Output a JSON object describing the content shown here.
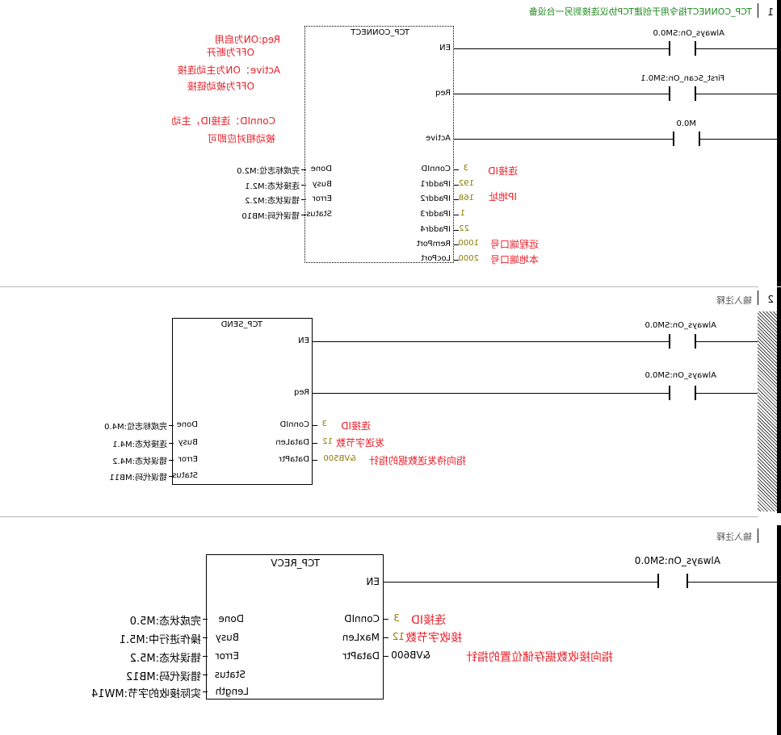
{
  "networks": [
    {
      "number": "1",
      "comment": "TCP_CONNECT指令用于创建TCP协议连接到另一台设备",
      "block": {
        "title": "TCP_CONNECT",
        "en": "EN",
        "inputs": [
          "Req",
          "Active",
          "ConnID",
          "IPaddr1",
          "IPaddr2",
          "IPaddr3",
          "IPaddr4",
          "RemPort",
          "LocPort"
        ],
        "input_values": [
          "",
          "",
          "3",
          "192",
          "168",
          "1",
          "22",
          "1000",
          "2000"
        ],
        "outputs": [
          "Done",
          "Busy",
          "Error",
          "Status"
        ],
        "output_values": [
          "完成标志位:M2.0",
          "连接状态:M2.1",
          "错误状态:M2.2",
          "错误代码:MB10"
        ]
      },
      "contacts": [
        {
          "label": "Always_On:SM0.0"
        },
        {
          "label": "First_Scan_On:SM0.1"
        },
        {
          "label": "M0.0"
        }
      ],
      "annotations": {
        "req": "Req:ON为启用",
        "req2": "OFF为断开",
        "active": "Active：ON为主动连接",
        "active2": "OFF为被动链接",
        "connid": "ConnID：连接ID，主动",
        "connid2": "被动相对应即可",
        "connid_note": "连接ID",
        "ip_note": "IP地址",
        "remport_note": "远程端口号",
        "locport_note": "本地端口号"
      }
    },
    {
      "number": "2",
      "comment": "输入注释",
      "block": {
        "title": "TCP_SEND",
        "en": "EN",
        "inputs": [
          "Req",
          "ConnID",
          "DataLen",
          "DataPtr"
        ],
        "input_values": [
          "",
          "3",
          "12",
          "&VB500"
        ],
        "outputs": [
          "Done",
          "Busy",
          "Error",
          "Status"
        ],
        "output_values": [
          "完成标志位:M4.0",
          "连接状态:M4.1",
          "错误状态:M4.2",
          "错误代码:MB11"
        ]
      },
      "contacts": [
        {
          "label": "Always_On:SM0.0"
        },
        {
          "label": "Always_On:SM0.0"
        }
      ],
      "annotations": {
        "connid_note": "连接ID",
        "datalen_note": "发送字节数",
        "dataptr_note": "指向待发送数据的指针"
      }
    },
    {
      "number": "",
      "comment": "输入注释",
      "block": {
        "title": "TCP_RECV",
        "en": "EN",
        "inputs": [
          "ConnID",
          "MaxLen",
          "DataPtr"
        ],
        "input_values": [
          "3",
          "12",
          "&VB600"
        ],
        "outputs": [
          "Done",
          "Busy",
          "Error",
          "Status",
          "Length"
        ],
        "output_values": [
          "完成状态:M5.0",
          "操作进行中:M5.1",
          "错误状态:M5.2",
          "错误代码:MB12",
          "实际接收的字节:MW14"
        ]
      },
      "contacts": [
        {
          "label": "Always_On:SM0.0"
        }
      ],
      "annotations": {
        "connid_note": "连接ID",
        "maxlen_note": "接收字节数",
        "dataptr_note": "指向接收数据存储位置的指针"
      }
    }
  ]
}
